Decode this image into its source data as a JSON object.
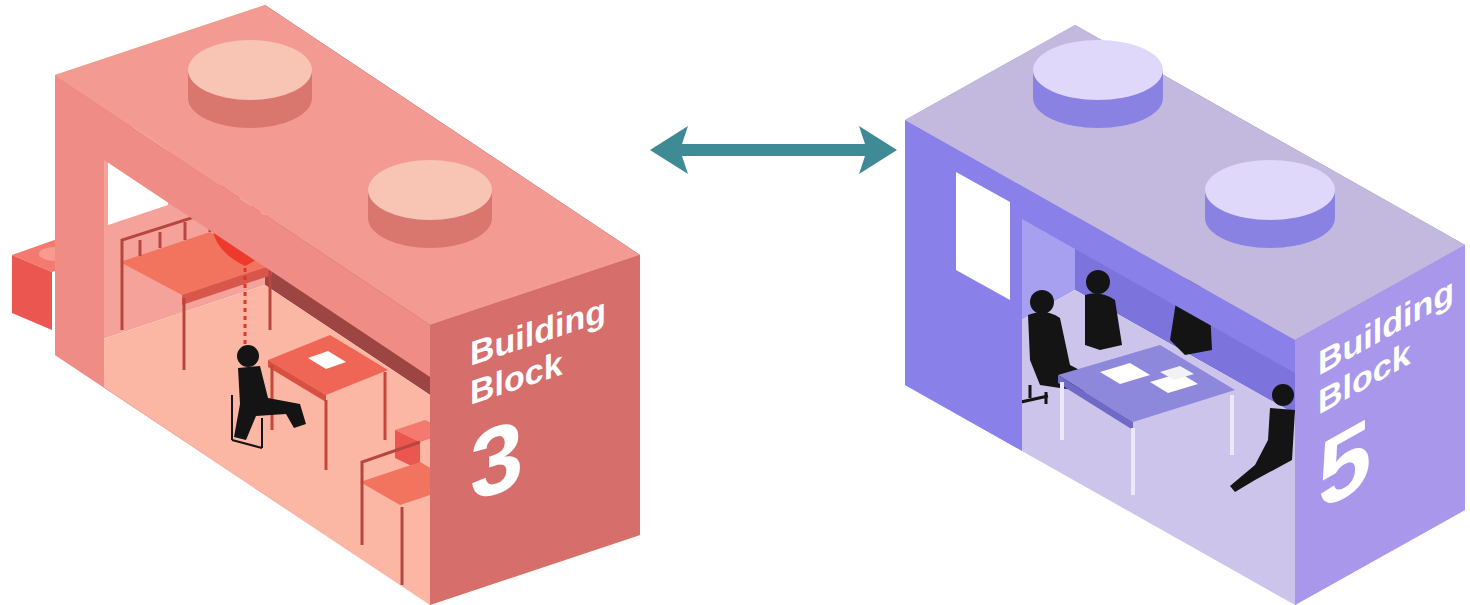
{
  "diagram": {
    "nodes": [
      {
        "text": [
          "Building Block",
          "3"
        ]
      },
      {
        "text": [
          "Building Block",
          "5"
        ]
      }
    ],
    "edges": [
      {
        "from": 0,
        "to": 1,
        "arrow": "both"
      }
    ]
  }
}
